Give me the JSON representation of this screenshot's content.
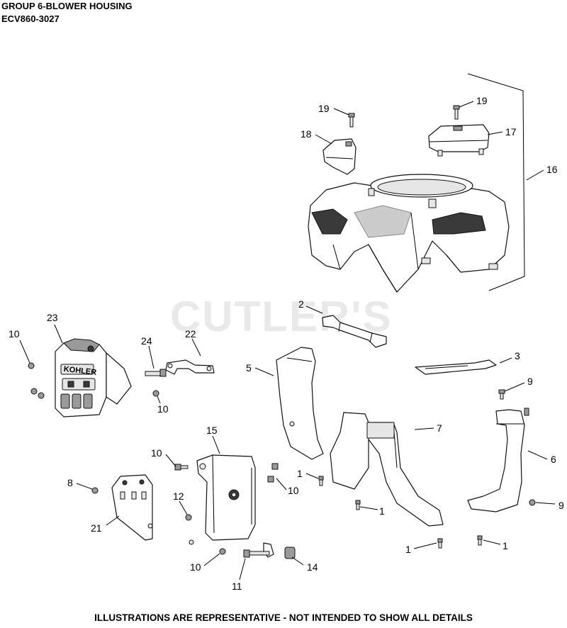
{
  "header": {
    "title": "GROUP 6-BLOWER HOUSING",
    "model": "ECV860-3027"
  },
  "watermark": "CUTLER'S",
  "brand_logo": "KOHLER",
  "footer": "ILLUSTRATIONS ARE REPRESENTATIVE - NOT INTENDED TO SHOW ALL DETAILS",
  "callouts": [
    {
      "id": "c19a",
      "text": "19"
    },
    {
      "id": "c19b",
      "text": "19"
    },
    {
      "id": "c18",
      "text": "18"
    },
    {
      "id": "c17",
      "text": "17"
    },
    {
      "id": "c16",
      "text": "16"
    },
    {
      "id": "c2",
      "text": "2"
    },
    {
      "id": "c23",
      "text": "23"
    },
    {
      "id": "c10a",
      "text": "10"
    },
    {
      "id": "c24",
      "text": "24"
    },
    {
      "id": "c22",
      "text": "22"
    },
    {
      "id": "c5",
      "text": "5"
    },
    {
      "id": "c3",
      "text": "3"
    },
    {
      "id": "c10b",
      "text": "10"
    },
    {
      "id": "c9a",
      "text": "9"
    },
    {
      "id": "c15",
      "text": "15"
    },
    {
      "id": "c7",
      "text": "7"
    },
    {
      "id": "c10c",
      "text": "10"
    },
    {
      "id": "c6",
      "text": "6"
    },
    {
      "id": "c1a",
      "text": "1"
    },
    {
      "id": "c8",
      "text": "8"
    },
    {
      "id": "c10d",
      "text": "10"
    },
    {
      "id": "c12",
      "text": "12"
    },
    {
      "id": "c1b",
      "text": "1"
    },
    {
      "id": "c9b",
      "text": "9"
    },
    {
      "id": "c21",
      "text": "21"
    },
    {
      "id": "c1c",
      "text": "1"
    },
    {
      "id": "c1d",
      "text": "1"
    },
    {
      "id": "c10e",
      "text": "10"
    },
    {
      "id": "c14",
      "text": "14"
    },
    {
      "id": "c11",
      "text": "11"
    }
  ]
}
